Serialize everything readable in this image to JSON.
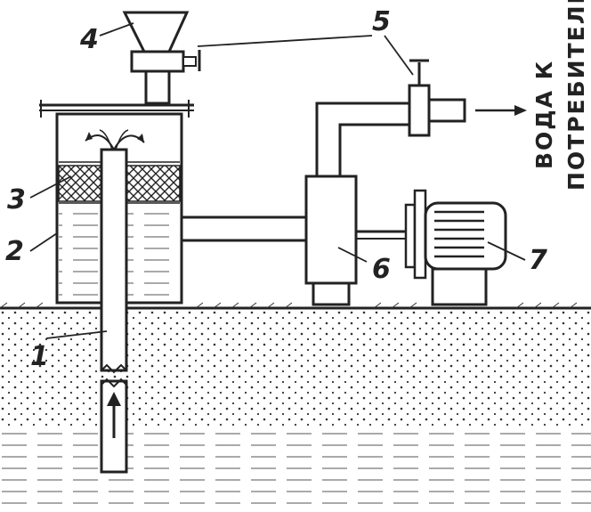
{
  "labels": {
    "well_pipe": "1",
    "tank": "2",
    "filter": "3",
    "hopper": "4",
    "valve": "5",
    "pump": "6",
    "motor": "7"
  },
  "side_text": {
    "line1": "ВОДА К",
    "line2": "ПОТРЕБИТЕЛЮ"
  },
  "colors": {
    "ink": "#222222",
    "paper": "#ffffff"
  }
}
